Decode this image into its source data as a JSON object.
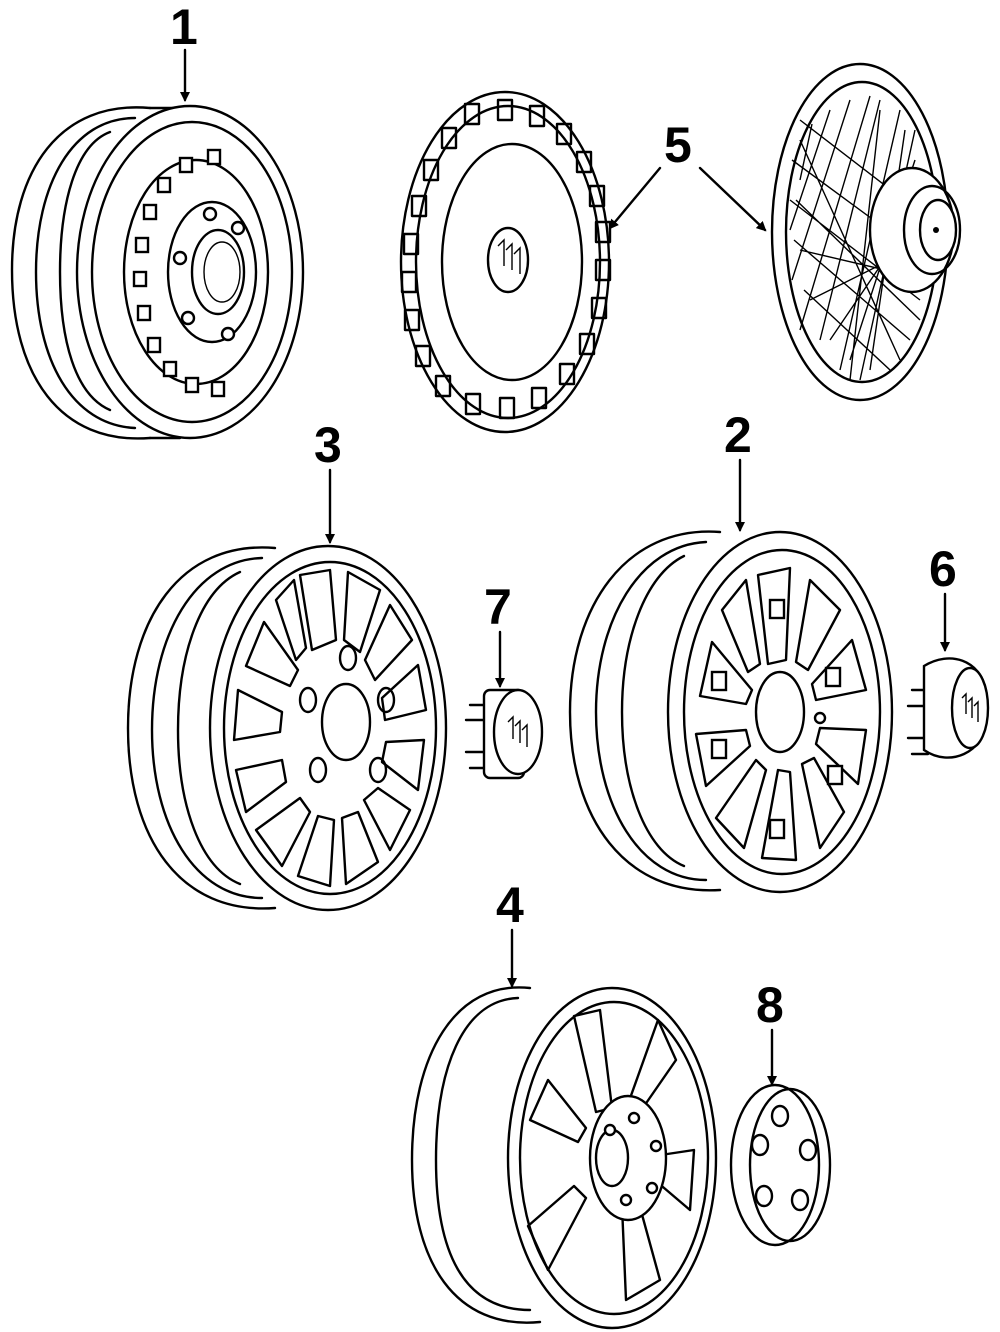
{
  "callouts": {
    "steel_wheel": "1",
    "aluminum_wheel_spoked": "2",
    "aluminum_wheel_lattice": "3",
    "aluminum_wheel_five_spoke": "4",
    "wheel_covers": "5",
    "center_cap_spoked": "6",
    "center_cap_lattice": "7",
    "center_cap_five_spoke": "8"
  }
}
